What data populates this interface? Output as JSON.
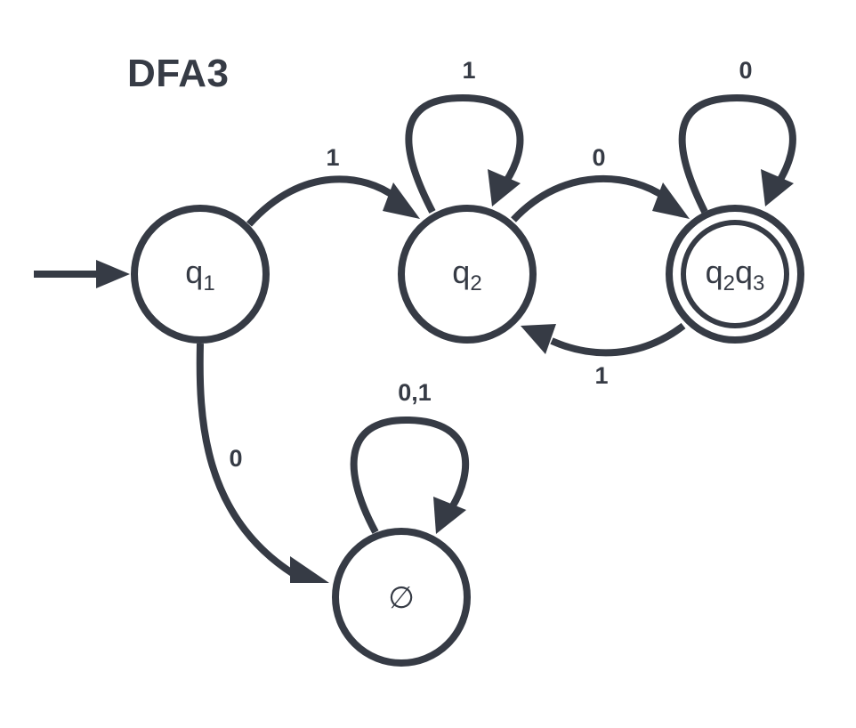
{
  "title": "DFA3",
  "states": [
    {
      "id": "q1",
      "base": "q",
      "sub": "1",
      "accepting": false,
      "start": true
    },
    {
      "id": "q2",
      "base": "q",
      "sub": "2",
      "accepting": false,
      "start": false
    },
    {
      "id": "q2q3",
      "parts": [
        [
          "q",
          "2"
        ],
        [
          "q",
          "3"
        ]
      ],
      "accepting": true,
      "start": false
    },
    {
      "id": "empty",
      "symbol": "∅",
      "accepting": false,
      "start": false
    }
  ],
  "transitions": [
    {
      "from": "q1",
      "to": "q2",
      "label": "1"
    },
    {
      "from": "q2",
      "to": "q2",
      "label": "1"
    },
    {
      "from": "q2",
      "to": "q2q3",
      "label": "0"
    },
    {
      "from": "q2q3",
      "to": "q2q3",
      "label": "0"
    },
    {
      "from": "q2q3",
      "to": "q2",
      "label": "1"
    },
    {
      "from": "q1",
      "to": "empty",
      "label": "0"
    },
    {
      "from": "empty",
      "to": "empty",
      "label": "0,1"
    }
  ],
  "colors": {
    "ink": "#363b45",
    "background": "#ffffff"
  }
}
